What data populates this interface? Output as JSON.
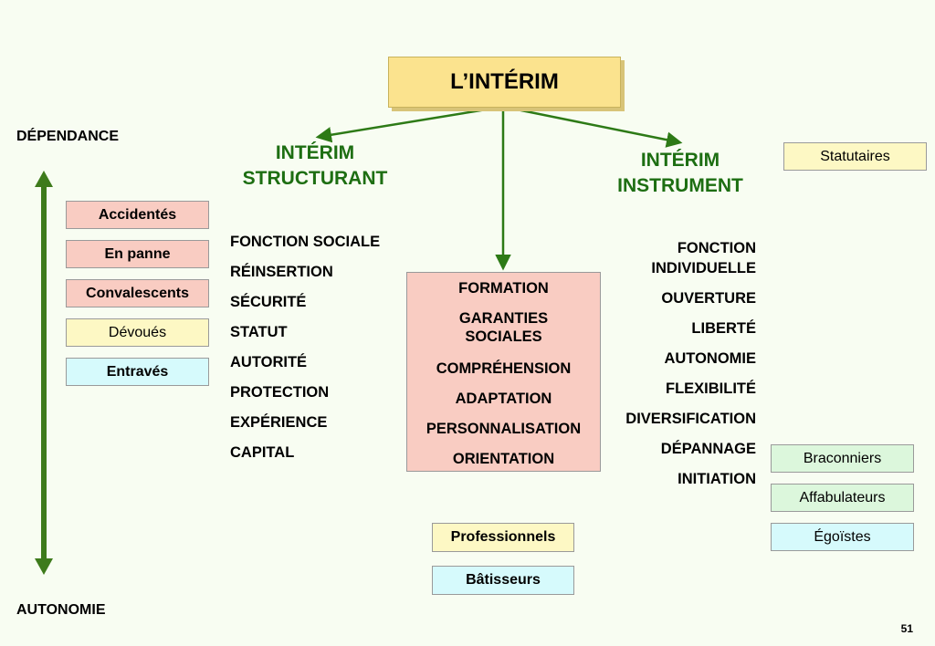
{
  "title": "L’INTÉRIM",
  "axis": {
    "top_label": "DÉPENDANCE",
    "bottom_label": "AUTONOMIE"
  },
  "branches": {
    "left": {
      "title_line1": "INTÉRIM",
      "title_line2": "STRUCTURANT",
      "items": [
        "FONCTION SOCIALE",
        "RÉINSERTION",
        "SÉCURITÉ",
        "STATUT",
        "AUTORITÉ",
        "PROTECTION",
        "EXPÉRIENCE",
        "CAPITAL"
      ]
    },
    "right": {
      "title_line1": "INTÉRIM",
      "title_line2": "INSTRUMENT",
      "items": [
        "FONCTION",
        "INDIVIDUELLE",
        "OUVERTURE",
        "LIBERTÉ",
        "AUTONOMIE",
        "FLEXIBILITÉ",
        "DIVERSIFICATION",
        "DÉPANNAGE",
        "INITIATION"
      ]
    },
    "center": {
      "items": [
        "FORMATION",
        "GARANTIES",
        "SOCIALES",
        "COMPRÉHENSION",
        "ADAPTATION",
        "PERSONNALISATION",
        "ORIENTATION"
      ]
    }
  },
  "left_tags": [
    "Accidentés",
    "En panne",
    "Convalescents",
    "Dévoués",
    "Entravés"
  ],
  "right_tags": {
    "top": "Statutaires",
    "bottom": [
      "Braconniers",
      "Affabulateurs",
      "Égoïstes"
    ]
  },
  "center_tags": [
    "Professionnels",
    "Bâtisseurs"
  ],
  "page_number": "51",
  "colors": {
    "green": "#1d6e12",
    "arrow": "#3e7b1c",
    "pink": "#f9ccc2",
    "yellow": "#fdf8c4",
    "cyan": "#d6fafc",
    "light_green": "#dcf7dc",
    "title_bg": "#fbe38e"
  }
}
